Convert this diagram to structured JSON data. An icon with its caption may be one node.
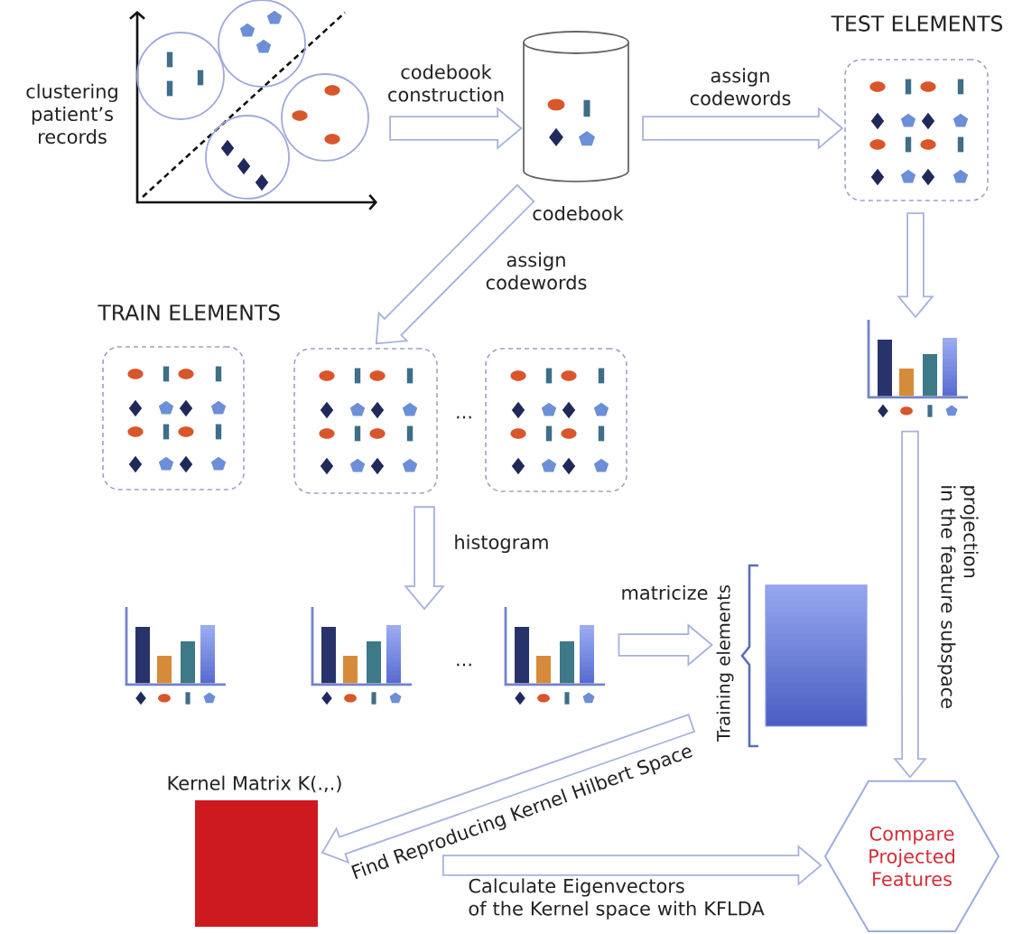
{
  "diagram": {
    "nodes": [
      {
        "text": [],
        "shape": "picture",
        "beside": [
          "clustering patient’s records"
        ]
      },
      {
        "text": [],
        "shape": "cylinder",
        "beside": [
          "codebook"
        ]
      },
      {
        "text": [
          "TEST ELEMENTS"
        ]
      },
      {
        "text": [],
        "shape": "picture"
      },
      {
        "text": [],
        "shape": "box"
      },
      {
        "text": [],
        "shape": "box"
      },
      {
        "text": [],
        "shape": "box"
      },
      {
        "text": [],
        "shape": "picture"
      },
      {
        "text": [],
        "shape": "picture"
      },
      {
        "text": [],
        "shape": "picture"
      },
      {
        "text": [],
        "shape": "box",
        "beside": [
          "Training elements"
        ]
      },
      {
        "text": [
          "Kernel Matrix K(.,.)"
        ]
      },
      {
        "text": [
          "Compare Projected Features"
        ]
      }
    ],
    "edges": [
      {
        "from": 0,
        "to": 1,
        "arrow": "to",
        "label": "codebook construction"
      },
      {
        "from": 1,
        "to": 2,
        "arrow": "to",
        "label": "assign codewords"
      },
      {
        "from": 1,
        "to": 5,
        "arrow": "to",
        "label": "assign codewords"
      },
      {
        "from": 2,
        "to": 3,
        "arrow": "to"
      },
      {
        "from": 5,
        "to": 8,
        "arrow": "to",
        "label": "histogram"
      },
      {
        "from": 9,
        "to": 10,
        "arrow": "to",
        "label": "matricize"
      },
      {
        "from": 3,
        "to": 12,
        "arrow": "to",
        "label": "projection in the feature subspace"
      },
      {
        "from": 10,
        "to": 11,
        "arrow": "to",
        "label": "Find Reproducing Kernel Hilbert Space"
      },
      {
        "from": 11,
        "to": 12,
        "arrow": "to",
        "label": "Calculate Eigenvectors of the Kernel space with KFLDA"
      }
    ],
    "labels": [
      "TRAIN ELEMENTS",
      "...",
      "..."
    ]
  }
}
